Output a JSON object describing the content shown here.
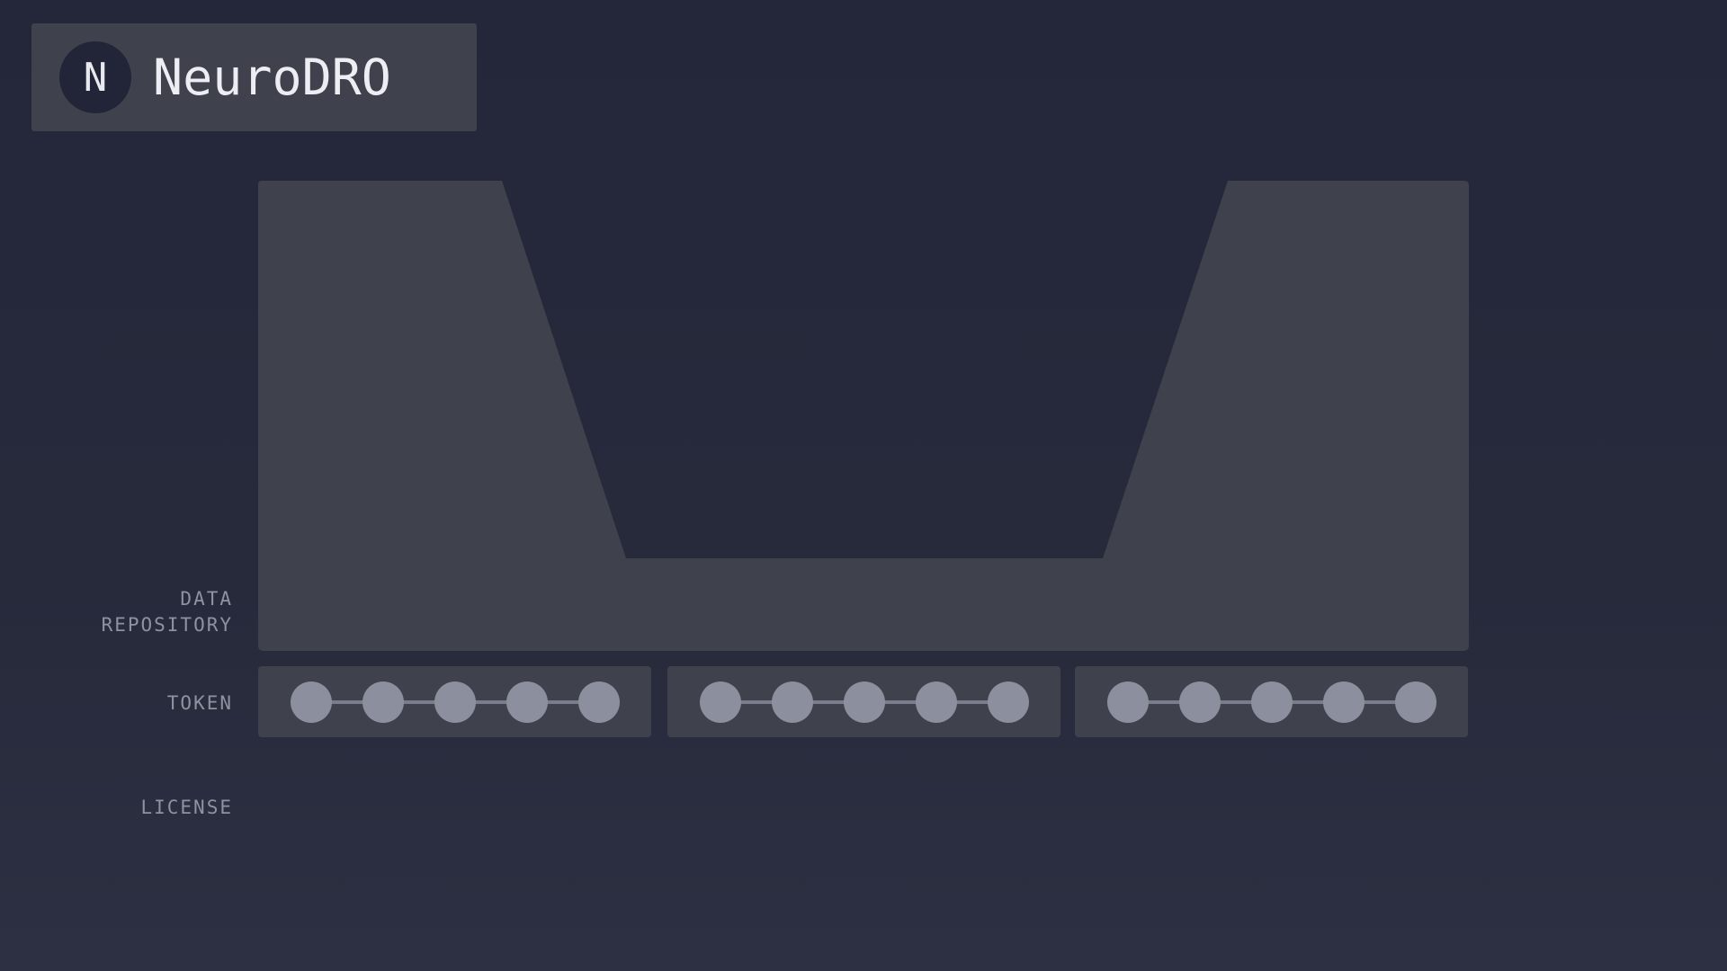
{
  "brand": {
    "mark": "N",
    "name": "NeuroDRO"
  },
  "labels": {
    "data_line1": "DATA",
    "data_line2": "REPOSITORY",
    "token": "TOKEN",
    "license": "LICENSE"
  },
  "token_groups": [
    {
      "dots": 5
    },
    {
      "dots": 5
    },
    {
      "dots": 5
    }
  ],
  "colors": {
    "background": "#24273a",
    "panel": "#3f414c",
    "token_dot": "#8c8f9d",
    "label_text": "#8f92a0"
  }
}
